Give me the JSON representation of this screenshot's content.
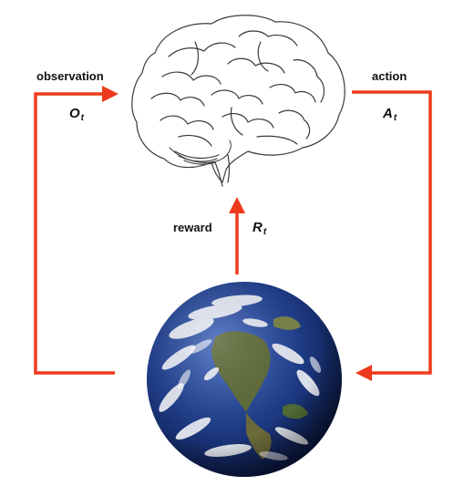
{
  "labels": {
    "observation": "observation",
    "observation_symbol": "O",
    "observation_subscript": "t",
    "action": "action",
    "action_symbol": "A",
    "action_subscript": "t",
    "reward": "reward",
    "reward_symbol": "R",
    "reward_subscript": "t"
  },
  "colors": {
    "arrow": "#ee3a1c",
    "text": "#111111",
    "brain_outline": "#3a3a3a",
    "earth_ocean": "#1f3d8a",
    "earth_cloud": "#ffffff",
    "earth_land": "#5f6b3a"
  },
  "nodes": {
    "agent_icon": "brain-icon",
    "environment_icon": "earth-icon"
  }
}
